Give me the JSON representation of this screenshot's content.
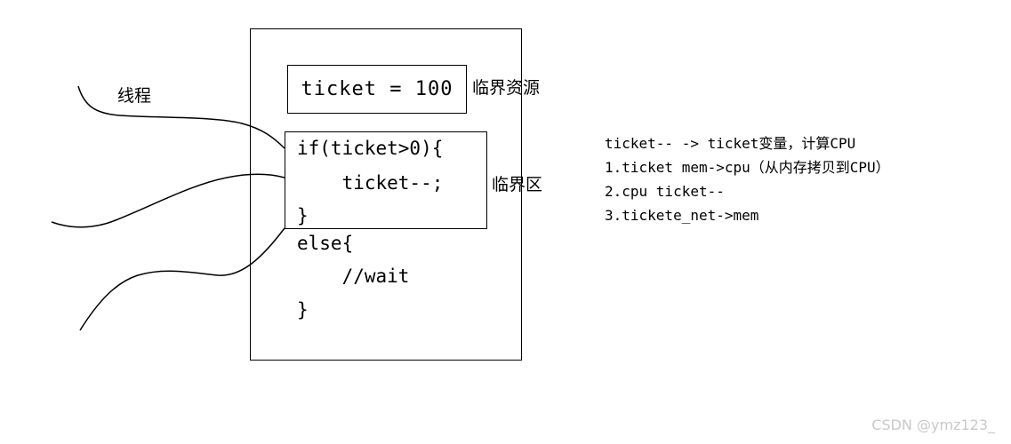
{
  "diagram": {
    "title": "thread-critical-section-diagram",
    "outer_box": {
      "name": "process-memory-box"
    },
    "resource_box": {
      "text": "ticket = 100",
      "label": "临界资源"
    },
    "critical_section_box": {
      "label": "临界区",
      "lines": [
        "if(ticket>0){",
        "    ticket--;",
        "}"
      ]
    },
    "else_block": {
      "lines": [
        "else{",
        "    //wait",
        "}"
      ]
    },
    "threads": {
      "label": "线程",
      "count": 3
    }
  },
  "annotations": {
    "lines": [
      "ticket-- -> ticket变量，计算CPU",
      "1.ticket mem->cpu（从内存拷贝到CPU）",
      "2.cpu ticket--",
      "3.tickete_net->mem"
    ]
  },
  "watermark": {
    "text": "CSDN @ymz123_"
  },
  "colors": {
    "stroke": "#000000",
    "background": "#ffffff",
    "watermark": "#c9c9c9"
  }
}
